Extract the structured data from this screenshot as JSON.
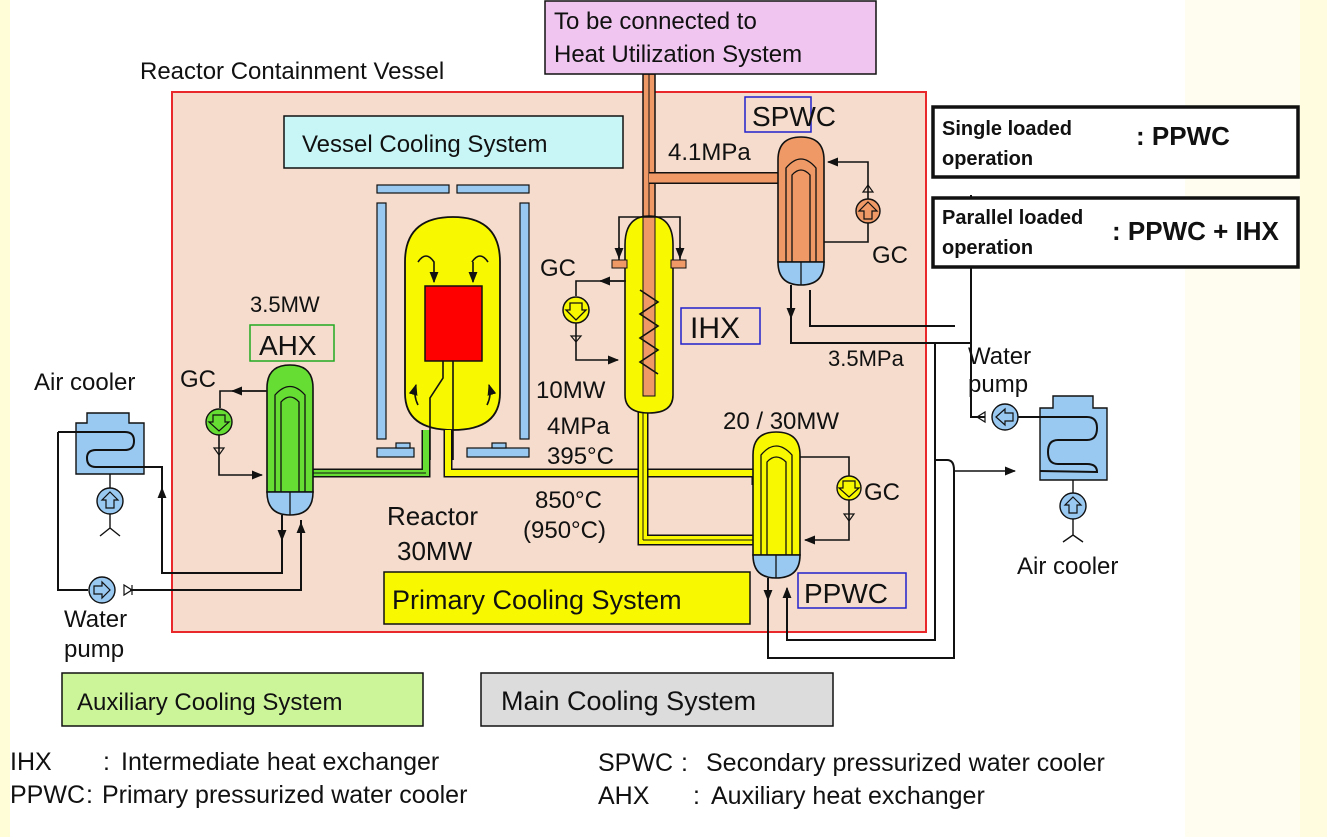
{
  "title": "HTTR cooling system diagram",
  "labels": {
    "containment": "Reactor Containment Vessel",
    "heat_util_line1": "To be connected to",
    "heat_util_line2": "Heat Utilization System",
    "vessel_cooling": "Vessel Cooling System",
    "primary_cooling": "Primary Cooling System",
    "auxiliary_cooling": "Auxiliary Cooling System",
    "main_cooling": "Main Cooling System",
    "reactor_line1": "Reactor",
    "reactor_line2": "30MW",
    "spwc": "SPWC",
    "ihx": "IHX",
    "ahx": "AHX",
    "ppwc": "PPWC",
    "gc": "GC",
    "ahx_power": "3.5MW",
    "ihx_power": "10MW",
    "ihx_pressure": "4MPa",
    "return_temp": "395°C",
    "outlet_temp": "850°C",
    "outlet_temp_alt": "(950°C)",
    "ppwc_power": "20 / 30MW",
    "secondary_pressure": "4.1MPa",
    "water_pressure": "3.5MPa",
    "air_cooler": "Air cooler",
    "water_pump_line1": "Water",
    "water_pump_line2": "pump"
  },
  "operation_modes": [
    {
      "mode_line1": "Single loaded",
      "mode_line2": "operation",
      "value": ": PPWC"
    },
    {
      "mode_line1": "Parallel loaded",
      "mode_line2": "operation",
      "value": ": PPWC + IHX"
    }
  ],
  "legend": [
    {
      "abbr": "IHX",
      "sep": ": ",
      "desc": "Intermediate heat exchanger"
    },
    {
      "abbr": "PPWC",
      "sep": ": ",
      "desc": "Primary pressurized water cooler"
    },
    {
      "abbr": "SPWC",
      "sep": ": ",
      "desc": "Secondary pressurized water cooler"
    },
    {
      "abbr": "AHX",
      "sep": ": ",
      "desc": "Auxiliary heat exchanger"
    }
  ],
  "colors": {
    "containment_fill": "#f5dccc",
    "containment_border": "#e8282a",
    "primary_coolant": "#f8f800",
    "secondary_coolant": "#ee9966",
    "auxiliary": "#66dd33",
    "water": "#99c8f0",
    "core": "#ff0000",
    "heat_util_box": "#f0c6f0",
    "vessel_cooling_box": "#c8f6f6",
    "aux_box": "#ccf59a",
    "main_box": "#dcdcdc"
  }
}
